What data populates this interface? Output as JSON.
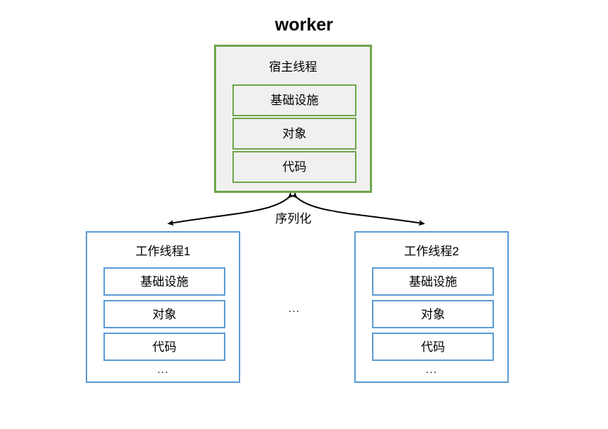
{
  "diagram": {
    "title": "worker",
    "type": "block-diagram",
    "background_color": "#ffffff",
    "colors": {
      "host_border": "#6ea64c",
      "host_fill": "#f0f0f0",
      "worker_border": "#5b9bd5",
      "worker_fill": "#ffffff",
      "edge": "#000000",
      "text": "#000000"
    },
    "host": {
      "header": "宿主线程",
      "items": [
        {
          "label": "基础设施"
        },
        {
          "label": "对象"
        },
        {
          "label": "代码"
        }
      ]
    },
    "workers": [
      {
        "header": "工作线程1",
        "items": [
          {
            "label": "基础设施"
          },
          {
            "label": "对象"
          },
          {
            "label": "代码"
          }
        ],
        "more": "..."
      },
      {
        "header": "工作线程2",
        "items": [
          {
            "label": "基础设施"
          },
          {
            "label": "对象"
          },
          {
            "label": "代码"
          }
        ],
        "more": "..."
      }
    ],
    "between_workers_ellipsis": "...",
    "edges": [
      {
        "label": "序列化",
        "from": "宿主线程",
        "to": "工作线程1",
        "arrows": "both"
      },
      {
        "label": "序列化",
        "from": "宿主线程",
        "to": "工作线程2",
        "arrows": "both"
      }
    ],
    "edge_label": "序列化"
  }
}
